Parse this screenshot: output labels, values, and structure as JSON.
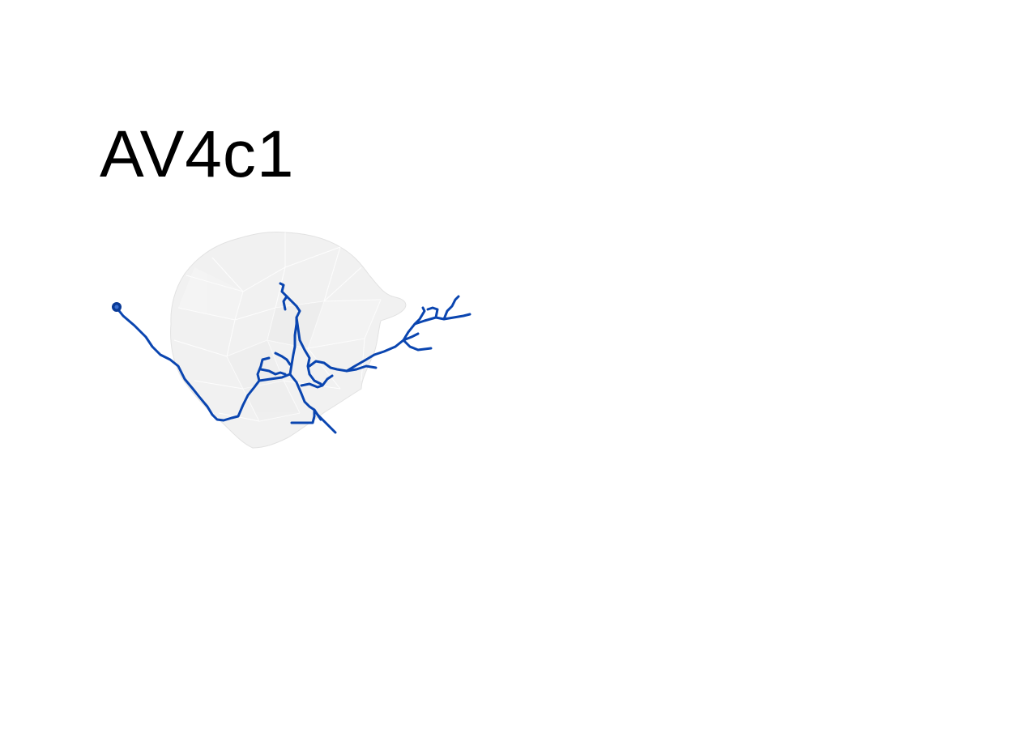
{
  "title": "AV4c1",
  "colors": {
    "background": "#ffffff",
    "neuron": "#0a45b0",
    "soma": "#0a3a96",
    "neuropil_fill": "#efefef",
    "neuropil_edge": "#e2e2e2"
  },
  "figure": {
    "neuron_name": "AV4c1",
    "neuropil_icon": "neuropil-mesh",
    "soma_icon": "soma-dot"
  }
}
